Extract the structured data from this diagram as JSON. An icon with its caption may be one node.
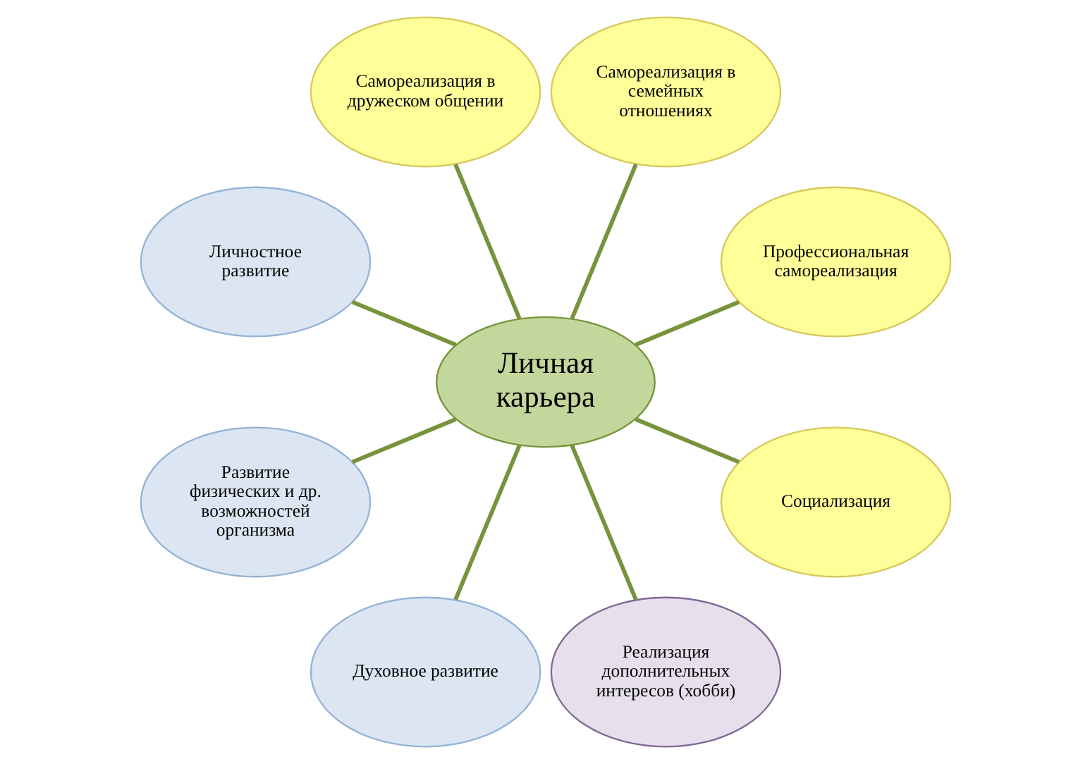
{
  "diagram": {
    "nodes": [
      {
        "text": [
          "Личная карьера"
        ]
      },
      {
        "text": [
          "Профессиональная самореализация"
        ]
      },
      {
        "text": [
          "Самореализация в семейных отношениях"
        ]
      },
      {
        "text": [
          "Самореализация в дружеском общении"
        ]
      },
      {
        "text": [
          "Личностное развитие"
        ]
      },
      {
        "text": [
          "Развитие физических и др. возможностей организма"
        ]
      },
      {
        "text": [
          "Духовное развитие"
        ]
      },
      {
        "text": [
          "Реализация дополнительных интересов (хобби)"
        ]
      },
      {
        "text": [
          "Социализация"
        ]
      }
    ],
    "edges": [
      {
        "from": 0,
        "to": 1,
        "arrow": "none"
      },
      {
        "from": 0,
        "to": 2,
        "arrow": "none"
      },
      {
        "from": 0,
        "to": 3,
        "arrow": "none"
      },
      {
        "from": 0,
        "to": 4,
        "arrow": "none"
      },
      {
        "from": 0,
        "to": 5,
        "arrow": "none"
      },
      {
        "from": 0,
        "to": 6,
        "arrow": "none"
      },
      {
        "from": 0,
        "to": 7,
        "arrow": "none"
      },
      {
        "from": 0,
        "to": 8,
        "arrow": "none"
      }
    ]
  }
}
